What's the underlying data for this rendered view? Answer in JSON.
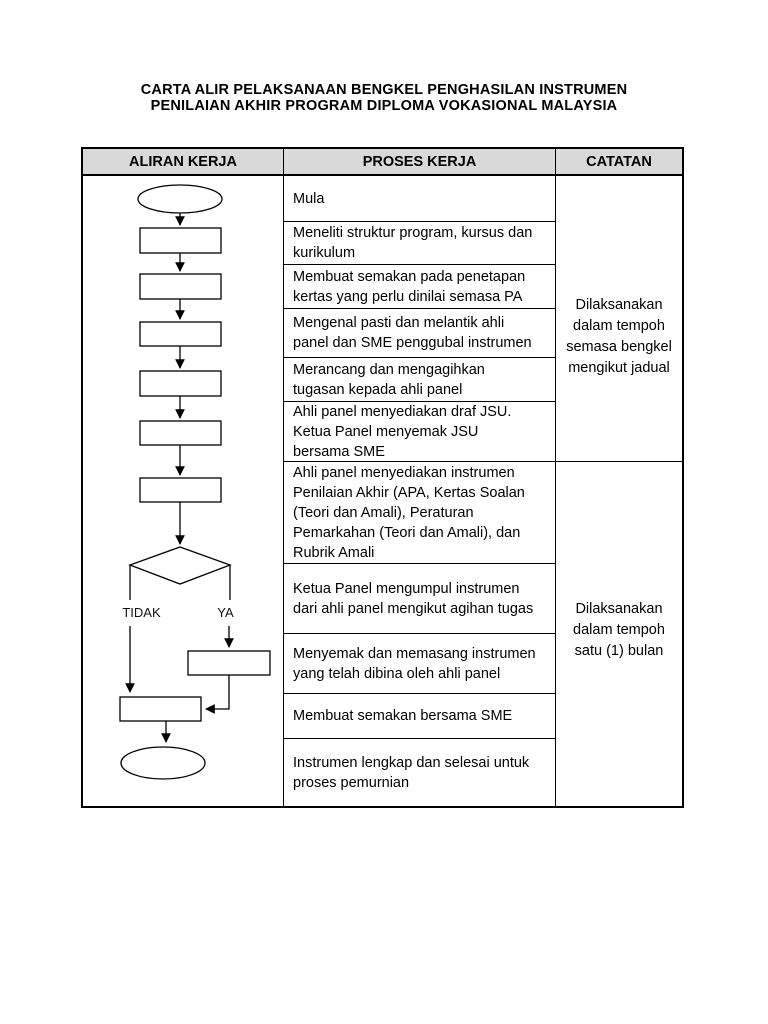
{
  "page": {
    "title_line1": "CARTA ALIR PELAKSANAAN BENGKEL PENGHASILAN INSTRUMEN",
    "title_line2": "PENILAIAN AKHIR PROGRAM DIPLOMA VOKASIONAL MALAYSIA"
  },
  "table": {
    "headers": {
      "workflow": "ALIRAN KERJA",
      "process": "PROSES KERJA",
      "notes": "CATATAN"
    },
    "process_rows": [
      "Mula",
      "Meneliti struktur program, kursus dan\nkurikulum",
      "Membuat semakan pada penetapan\nkertas yang perlu dinilai semasa PA",
      "Mengenal pasti dan melantik ahli\npanel dan SME penggubal instrumen",
      "Merancang dan mengagihkan\ntugasan kepada ahli panel",
      "Ahli panel menyediakan draf JSU.\nKetua Panel menyemak JSU\nbersama SME",
      "Ahli panel menyediakan instrumen\nPenilaian Akhir (APA, Kertas Soalan\n(Teori dan Amali), Peraturan\nPemarkahan (Teori dan Amali), dan\nRubrik Amali",
      "Ketua Panel mengumpul instrumen\ndari ahli panel mengikut agihan tugas",
      "Menyemak dan memasang instrumen\nyang telah dibina oleh ahli panel",
      "Membuat semakan bersama SME",
      "Instrumen lengkap dan selesai untuk\nproses pemurnian"
    ],
    "notes": [
      "Dilaksanakan\ndalam tempoh\nsemasa bengkel\nmengikut jadual",
      "Dilaksanakan\ndalam tempoh\nsatu (1) bulan"
    ],
    "flowchart": {
      "branch_labels": {
        "no": "TIDAK",
        "yes": "YA"
      },
      "shape_sequence": [
        "start-terminator-oval",
        "process-box-1",
        "process-box-2",
        "process-box-3",
        "process-box-4",
        "process-box-5",
        "process-box-6",
        "decision-diamond",
        "yes-process-box",
        "merge-process-box",
        "end-terminator-oval"
      ]
    }
  },
  "colors": {
    "header_bg": "#d9d9d9",
    "border": "#000000",
    "page_bg": "#ffffff"
  }
}
